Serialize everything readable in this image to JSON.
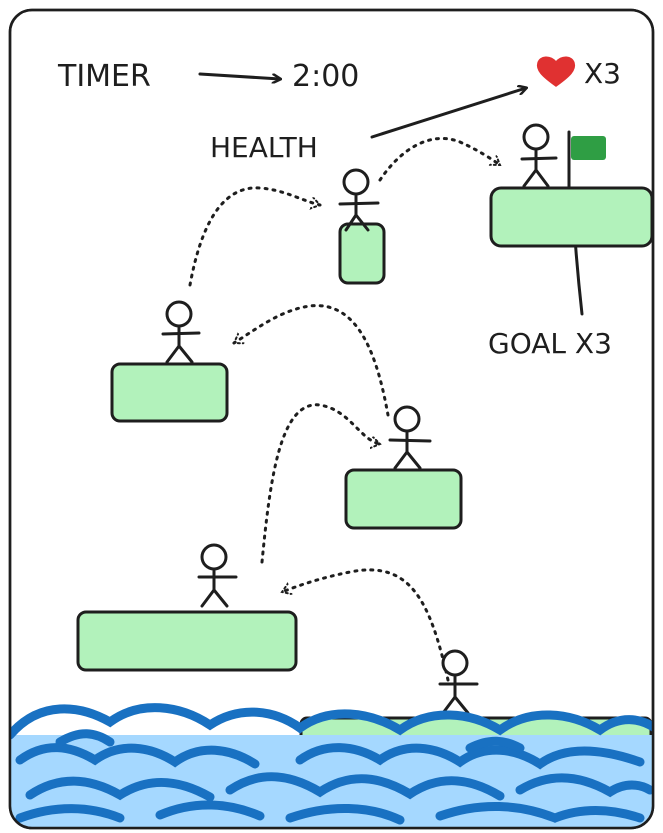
{
  "hud": {
    "timer_label": "TIMER",
    "timer_value": "2:00",
    "lives_value": "X3",
    "health_label": "HEALTH",
    "goal_label": "GOAL X3"
  },
  "icons": {
    "heart": "heart-icon",
    "flag": "goal-flag-icon"
  },
  "colors": {
    "platform_fill": "#b2f2bb",
    "flag": "#2f9e44",
    "heart": "#e03131",
    "water_fill": "#a5d8ff",
    "water_stroke": "#1971c2",
    "ink": "#1e1e1e"
  }
}
